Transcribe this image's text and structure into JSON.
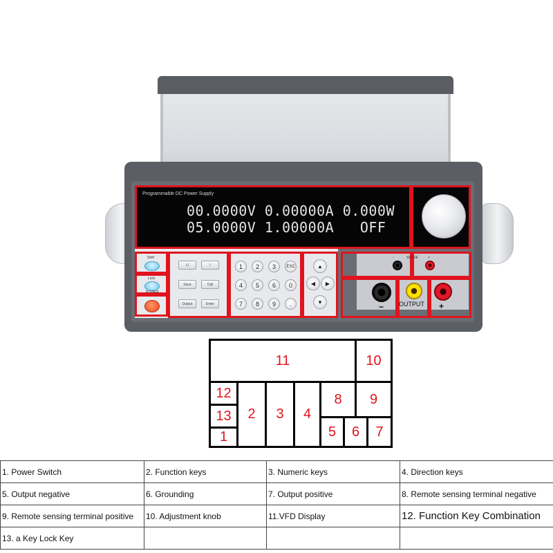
{
  "device": {
    "display_title": "Programmable DC Power Supply",
    "display_line1": "00.0000V 0.00000A 0.000W",
    "display_line2": "05.0000V 1.00000A   OFF",
    "shift_label": "Shift",
    "lock_label": "Lock",
    "power_label": "POWER",
    "function_keys": [
      "U",
      "I",
      "Save",
      "Call",
      "Output",
      "Enter"
    ],
    "numeric_keys": [
      "1",
      "2",
      "3",
      "ESC",
      "4",
      "5",
      "6",
      "0",
      "7",
      "8",
      "9",
      "."
    ],
    "arrow_up": "▲",
    "arrow_left": "◀",
    "arrow_right": "▶",
    "arrow_down": "▼",
    "sense_label": "SENSE",
    "sense_minus": "-",
    "sense_plus": "+",
    "output_label": "OUTPUT",
    "out_minus": "−",
    "out_plus": "+"
  },
  "diagram": {
    "n1": "1",
    "n2": "2",
    "n3": "3",
    "n4": "4",
    "n5": "5",
    "n6": "6",
    "n7": "7",
    "n8": "8",
    "n9": "9",
    "n10": "10",
    "n11": "11",
    "n12": "12",
    "n13": "13"
  },
  "legend": [
    [
      "1. Power Switch",
      "2. Function keys",
      "3. Numeric keys",
      "4. Direction keys"
    ],
    [
      "5. Output negative",
      "6. Grounding",
      "7. Output positive",
      "8. Remote sensing terminal negative"
    ],
    [
      "9. Remote sensing terminal positive",
      "10. Adjustment knob",
      "11.VFD Display",
      "12. Function Key Combination"
    ],
    [
      "13. a Key Lock Key",
      "",
      "",
      ""
    ]
  ],
  "colors": {
    "highlight_red": "#e0141e",
    "body_gray": "#5b5e64",
    "blue_button": "#6ec9ee",
    "power_button": "#e9421b",
    "terminal_yellow": "#ffe000",
    "terminal_red": "#e4172a"
  }
}
